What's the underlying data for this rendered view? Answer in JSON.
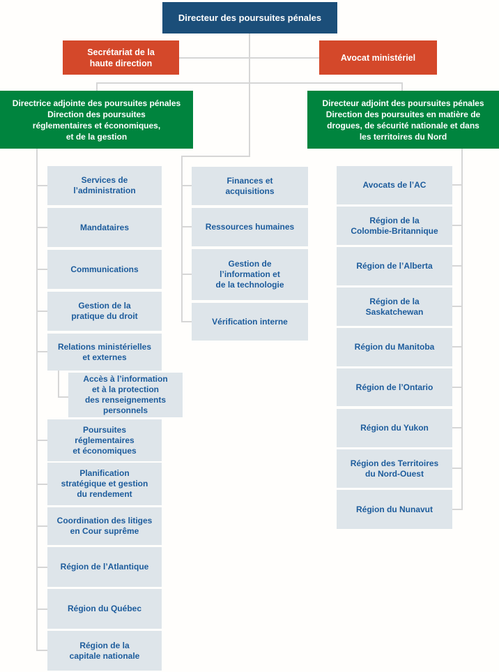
{
  "colors": {
    "primary_blue": "#1b4e79",
    "accent_red": "#d4482a",
    "accent_green": "#00843e",
    "node_bg": "#dee5ea",
    "node_text": "#1d5c9c",
    "connector": "#d6d6d6"
  },
  "org": {
    "root": {
      "label": "Directeur des poursuites pénales"
    },
    "advisors": {
      "left": {
        "label": "Secrétariat de la\nhaute direction"
      },
      "right": {
        "label": "Avocat ministériel"
      }
    },
    "branches": {
      "left": {
        "label": "Directrice adjointe des poursuites pénales\nDirection des poursuites\nréglementaires et économiques,\net de la gestion"
      },
      "right": {
        "label": "Directeur adjoint des poursuites pénales\nDirection des poursuites en matière de\ndrogues, de sécurité nationale et dans\nles territoires du Nord"
      }
    },
    "left_column": [
      {
        "label": "Services de\nl’administration"
      },
      {
        "label": "Mandataires"
      },
      {
        "label": "Communications"
      },
      {
        "label": "Gestion de la\npratique du droit"
      },
      {
        "label": "Relations ministérielles\net externes"
      },
      {
        "label": "Poursuites\nréglementaires\net économiques"
      },
      {
        "label": "Planification\nstratégique et gestion\ndu rendement"
      },
      {
        "label": "Coordination des litiges\nen Cour suprême"
      },
      {
        "label": "Région de l’Atlantique"
      },
      {
        "label": "Région du Québec"
      },
      {
        "label": "Région de la\ncapitale nationale"
      }
    ],
    "left_sub": {
      "label": "Accès à l’information\net à la protection\ndes renseignements\npersonnels"
    },
    "middle_column": [
      {
        "label": "Finances et\nacquisitions"
      },
      {
        "label": "Ressources humaines"
      },
      {
        "label": "Gestion de\nl’information et\nde la technologie"
      },
      {
        "label": "Vérification interne"
      }
    ],
    "right_column": [
      {
        "label": "Avocats de l’AC"
      },
      {
        "label": "Région de la\nColombie-Britannique"
      },
      {
        "label": "Région de l’Alberta"
      },
      {
        "label": "Région de la\nSaskatchewan"
      },
      {
        "label": "Région du Manitoba"
      },
      {
        "label": "Région de l’Ontario"
      },
      {
        "label": "Région du Yukon"
      },
      {
        "label": "Région des Territoires\ndu Nord-Ouest"
      },
      {
        "label": "Région du Nunavut"
      }
    ]
  }
}
